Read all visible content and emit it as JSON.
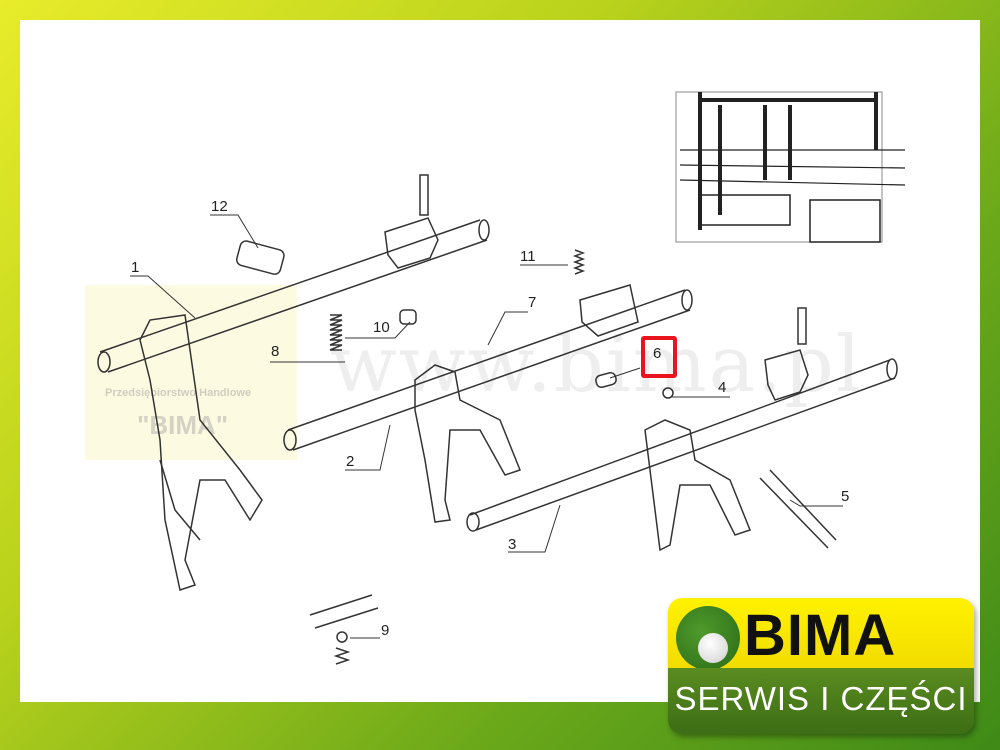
{
  "watermark": {
    "site": "www.bima.pl",
    "company_line": "Przedsiębiorstwo Handlowe",
    "company_name": "\"BIMA\""
  },
  "callouts": {
    "c1": "1",
    "c2": "2",
    "c3": "3",
    "c4": "4",
    "c5": "5",
    "c6": "6",
    "c7": "7",
    "c8": "8",
    "c9": "9",
    "c10": "10",
    "c11": "11",
    "c12": "12"
  },
  "highlighted_part": "6",
  "highlight_color": "#e8141e",
  "logo": {
    "name": "BIMA",
    "tagline": "SERWIS I CZĘŚCI"
  }
}
